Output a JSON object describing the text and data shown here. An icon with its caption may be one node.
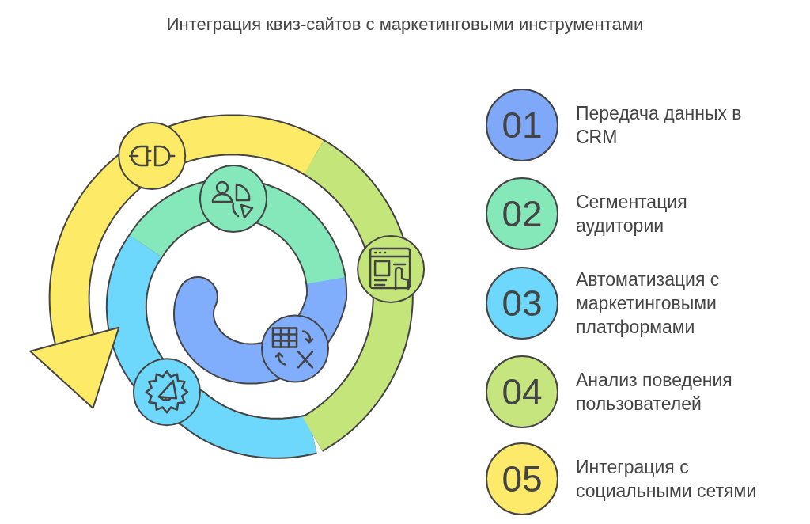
{
  "diagram": {
    "title": "Интеграция квиз-сайтов с маркетинговыми инструментами",
    "nodes": [
      {
        "text": [
          "01"
        ],
        "beside": [
          "Передача данных в CRM"
        ]
      },
      {
        "text": [
          "02"
        ],
        "beside": [
          "Сегментация аудитории"
        ]
      },
      {
        "text": [
          "03"
        ],
        "beside": [
          "Автоматизация с маркетинговыми платформами"
        ]
      },
      {
        "text": [
          "04"
        ],
        "beside": [
          "Анализ поведения пользователей"
        ]
      },
      {
        "text": [
          "05"
        ],
        "beside": [
          "Интеграция с социальными сетями"
        ]
      }
    ]
  }
}
